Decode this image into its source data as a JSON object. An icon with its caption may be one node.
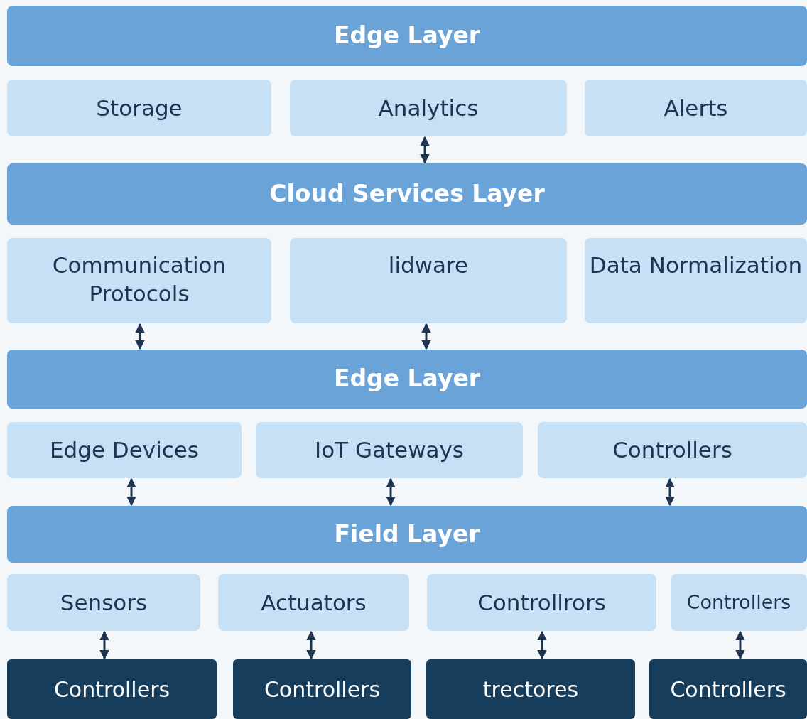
{
  "diagram": {
    "nodes": [
      {
        "text": [
          "Edge Layer"
        ]
      },
      {
        "text": [
          "Storage"
        ]
      },
      {
        "text": [
          "Analytics"
        ]
      },
      {
        "text": [
          "Alerts"
        ]
      },
      {
        "text": [
          "Cloud Services Layer"
        ]
      },
      {
        "text": [
          "Communication Protocols"
        ]
      },
      {
        "text": [
          "lidware"
        ]
      },
      {
        "text": [
          "Data Normalization"
        ]
      },
      {
        "text": [
          "Edge Layer"
        ]
      },
      {
        "text": [
          "Edge Devices"
        ]
      },
      {
        "text": [
          "IoT Gateways"
        ]
      },
      {
        "text": [
          "Controllers"
        ]
      },
      {
        "text": [
          "Field Layer"
        ]
      },
      {
        "text": [
          "Sensors"
        ]
      },
      {
        "text": [
          "Actuators"
        ]
      },
      {
        "text": [
          "Controllrors"
        ]
      },
      {
        "text": [
          "Controllers"
        ]
      },
      {
        "text": [
          "Controllers"
        ]
      },
      {
        "text": [
          "Controllers"
        ]
      },
      {
        "text": [
          "trectores"
        ]
      },
      {
        "text": [
          "Controllers"
        ]
      }
    ],
    "edges": [
      {
        "from": 2,
        "to": 4,
        "arrow": "both"
      },
      {
        "from": 5,
        "to": 8,
        "arrow": "both"
      },
      {
        "from": 6,
        "to": 8,
        "arrow": "both"
      },
      {
        "from": 9,
        "to": 12,
        "arrow": "both"
      },
      {
        "from": 10,
        "to": 12,
        "arrow": "both"
      },
      {
        "from": 11,
        "to": 12,
        "arrow": "both"
      },
      {
        "from": 13,
        "to": 17,
        "arrow": "both"
      },
      {
        "from": 14,
        "to": 18,
        "arrow": "both"
      },
      {
        "from": 15,
        "to": 19,
        "arrow": "both"
      },
      {
        "from": 16,
        "to": 20,
        "arrow": "both"
      }
    ]
  }
}
